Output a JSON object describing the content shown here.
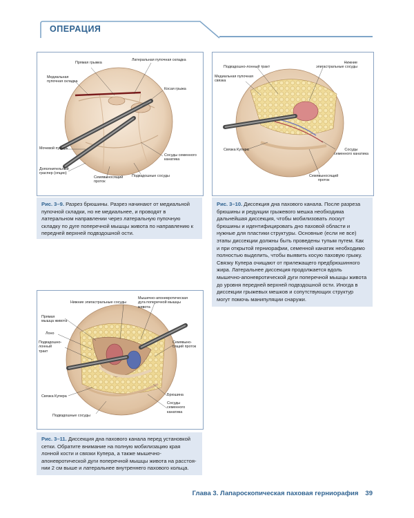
{
  "section": {
    "title": "ОПЕРАЦИЯ"
  },
  "figures": [
    {
      "id": "fig-3-9",
      "labels": {
        "l1": "Прямая грыжка",
        "l2": "Латеральная пупочная складка",
        "l3": "Медиальная\nпупочная складка",
        "l4": "Косая грыжа",
        "l5": "Мочевой пузырь",
        "l6": "Сосуды семенного\nканатика",
        "l7": "Дополнительный\nграспер (опцио)",
        "l8": "Семявыносящий\nпроток",
        "l9": "Подвздошные сосуды"
      },
      "caption": {
        "label": "Рис. 3–9.",
        "text": " Разрез брюшины. Разрез начинают от медиальной пупочной складки, но не медиальнее, и проводят в латеральном направлении через латеральную пупочную складку по дуге поперечной мышцы живота по направлению к передней верхней подвздошной ости."
      }
    },
    {
      "id": "fig-3-10",
      "labels": {
        "l1": "Подвздошно-лонный тракт",
        "l2": "Нижние\nэпигастральные сосуды",
        "l3": "Медиальная пупочная\nсвязка",
        "l4": "Связка Купера",
        "l5": "Сосуды\nсеменного канатика",
        "l6": "Семявыносящий\nпроток"
      },
      "caption": {
        "label": "Рис. 3–10.",
        "text": " Диссекция дна пахового канала. После разреза брюшины и редукции грыжевого мешка необходима дальнейшая диссекция, чтобы мобилизовать лоскут брюшины и идентифицировать дно паховой области и нужные для пластики структуры. Основные (если не все) этапы диссекции должны быть проведены тупым путем. Как и при открытой герниорафии, семенной канатик необходимо полностью выделить, чтобы выявить косую паховую грыжу. Связку Купера очищают от прилежащего предбрюшинного жира. Латеральнее диссекция продолжается вдоль мышечно-апоневротической дуги поперечной мышцы живота до уровня передней верхней подвздошной ости. Иногда в диссекции грыжевых мешков и сопутствующих структур могут помочь манипуляции снаружи."
      }
    },
    {
      "id": "fig-3-11",
      "labels": {
        "l1": "Нижние эпигастральные сосуды",
        "l2": "Мышечно-апоневротическая\nдуга поперечной мышцы\nживота",
        "l3": "Прямая\nмышца живота",
        "l4": "Лоно",
        "l5": "Подвздошно-\nлонный\nтракт",
        "l6": "Семявыно-\nсящий проток",
        "l7": "Связка Купера",
        "l8": "Брюшина",
        "l9": "Сосуды\nсеменного\nканатика",
        "l10": "Подвздошные сосуды"
      },
      "caption": {
        "label": "Рис. 3–11.",
        "text": " Диссекция дна пахового канала перед установ­кой сетки. Обратите внимание на полную мобилизацию края лонной кости и связки Купера, а также мышечно-апоневротической дуги поперечной мышцы живота на расстоя­нии 2 см выше и латеральнее внутреннего пахового кольца."
      }
    }
  ],
  "footer": {
    "chapter": "Глава 3. Лапароскопическая паховая герниорафия",
    "page": "39"
  },
  "colors": {
    "accent": "#2f6290",
    "caption_bg": "#dfe7f2",
    "frame": "#8aa3c2"
  }
}
